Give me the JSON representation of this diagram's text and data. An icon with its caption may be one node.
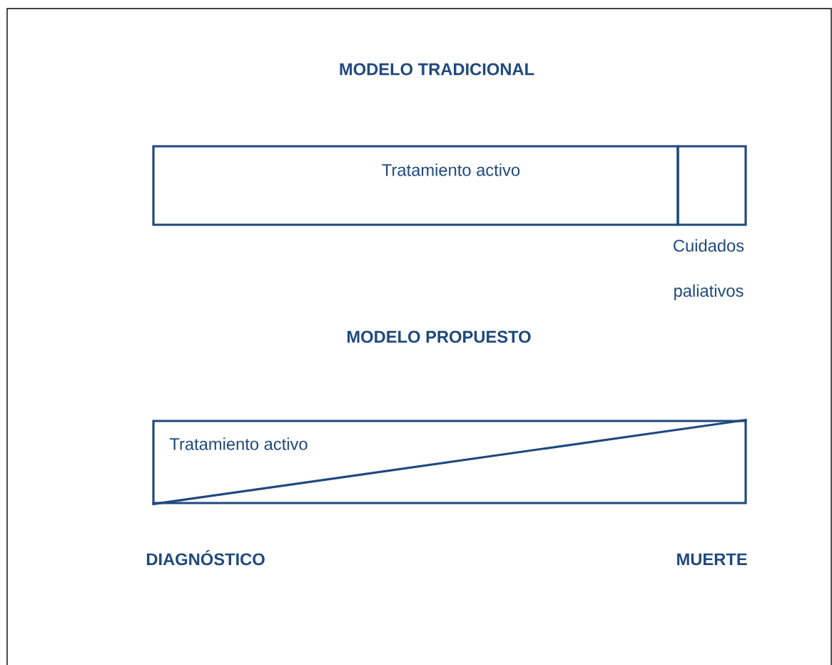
{
  "diagram": {
    "nodes": [
      {
        "text": [
          "Tratamiento activo"
        ]
      },
      {
        "text": [],
        "shape": "box",
        "beside": [
          "Cuidados paliativos"
        ]
      },
      {
        "text": [
          "Tratamiento activo"
        ]
      }
    ],
    "labels": [
      "MODELO TRADICIONAL",
      "MODELO PROPUESTO",
      "DIAGNÓSTICO",
      "MUERTE"
    ]
  }
}
